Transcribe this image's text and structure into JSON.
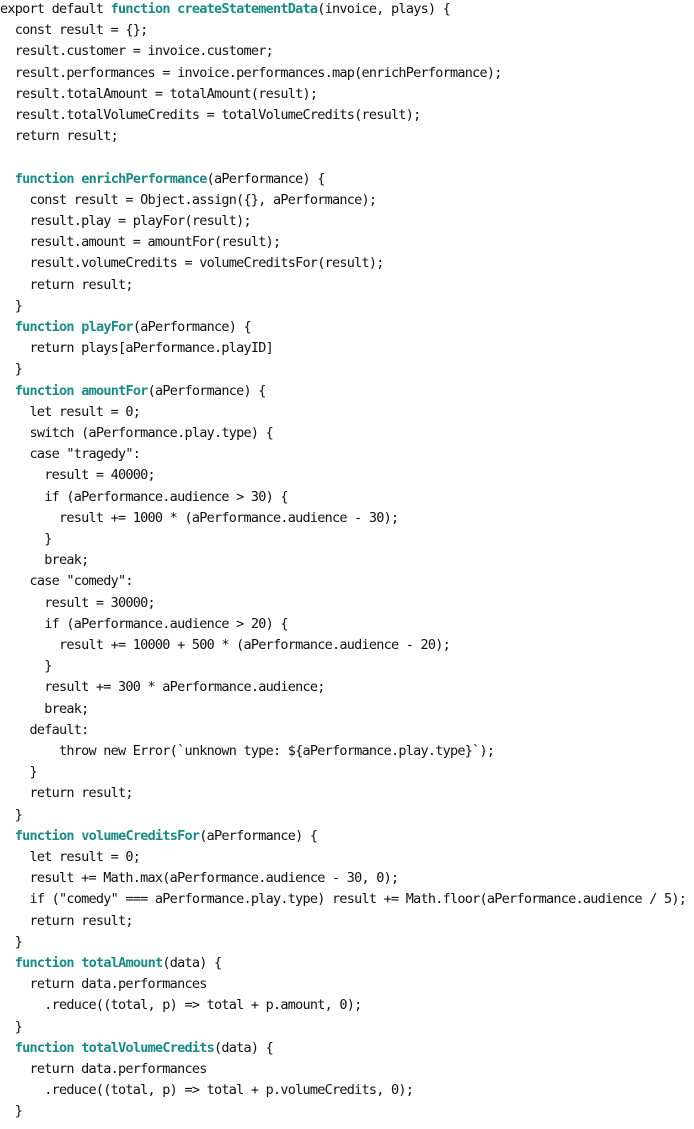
{
  "document": {
    "lines": [
      [
        {
          "t": "export default ",
          "k": "plain"
        },
        {
          "t": "function",
          "k": "kw"
        },
        {
          "t": " ",
          "k": "plain"
        },
        {
          "t": "createStatementData",
          "k": "fn"
        },
        {
          "t": "(invoice, plays) {",
          "k": "plain"
        }
      ],
      [
        {
          "t": "  const result = {};",
          "k": "plain"
        }
      ],
      [
        {
          "t": "  result.customer = invoice.customer;",
          "k": "plain"
        }
      ],
      [
        {
          "t": "  result.performances = invoice.performances.map(enrichPerformance);",
          "k": "plain"
        }
      ],
      [
        {
          "t": "  result.totalAmount = totalAmount(result);",
          "k": "plain"
        }
      ],
      [
        {
          "t": "  result.totalVolumeCredits = totalVolumeCredits(result);",
          "k": "plain"
        }
      ],
      [
        {
          "t": "  return result;",
          "k": "plain"
        }
      ],
      [
        {
          "t": "",
          "k": "plain"
        }
      ],
      [
        {
          "t": "  ",
          "k": "plain"
        },
        {
          "t": "function",
          "k": "kw"
        },
        {
          "t": " ",
          "k": "plain"
        },
        {
          "t": "enrichPerformance",
          "k": "fn"
        },
        {
          "t": "(aPerformance) {",
          "k": "plain"
        }
      ],
      [
        {
          "t": "    const result = Object.assign({}, aPerformance);",
          "k": "plain"
        }
      ],
      [
        {
          "t": "    result.play = playFor(result);",
          "k": "plain"
        }
      ],
      [
        {
          "t": "    result.amount = amountFor(result);",
          "k": "plain"
        }
      ],
      [
        {
          "t": "    result.volumeCredits = volumeCreditsFor(result);",
          "k": "plain"
        }
      ],
      [
        {
          "t": "    return result;",
          "k": "plain"
        }
      ],
      [
        {
          "t": "  }",
          "k": "plain"
        }
      ],
      [
        {
          "t": "  ",
          "k": "plain"
        },
        {
          "t": "function",
          "k": "kw"
        },
        {
          "t": " ",
          "k": "plain"
        },
        {
          "t": "playFor",
          "k": "fn"
        },
        {
          "t": "(aPerformance) {",
          "k": "plain"
        }
      ],
      [
        {
          "t": "    return plays[aPerformance.playID]",
          "k": "plain"
        }
      ],
      [
        {
          "t": "  }",
          "k": "plain"
        }
      ],
      [
        {
          "t": "  ",
          "k": "plain"
        },
        {
          "t": "function",
          "k": "kw"
        },
        {
          "t": " ",
          "k": "plain"
        },
        {
          "t": "amountFor",
          "k": "fn"
        },
        {
          "t": "(aPerformance) {",
          "k": "plain"
        }
      ],
      [
        {
          "t": "    let result = 0;",
          "k": "plain"
        }
      ],
      [
        {
          "t": "    switch (aPerformance.play.type) {",
          "k": "plain"
        }
      ],
      [
        {
          "t": "    case \"tragedy\":",
          "k": "plain"
        }
      ],
      [
        {
          "t": "      result = 40000;",
          "k": "plain"
        }
      ],
      [
        {
          "t": "      if (aPerformance.audience > 30) {",
          "k": "plain"
        }
      ],
      [
        {
          "t": "        result += 1000 * (aPerformance.audience - 30);",
          "k": "plain"
        }
      ],
      [
        {
          "t": "      }",
          "k": "plain"
        }
      ],
      [
        {
          "t": "      break;",
          "k": "plain"
        }
      ],
      [
        {
          "t": "    case \"comedy\":",
          "k": "plain"
        }
      ],
      [
        {
          "t": "      result = 30000;",
          "k": "plain"
        }
      ],
      [
        {
          "t": "      if (aPerformance.audience > 20) {",
          "k": "plain"
        }
      ],
      [
        {
          "t": "        result += 10000 + 500 * (aPerformance.audience - 20);",
          "k": "plain"
        }
      ],
      [
        {
          "t": "      }",
          "k": "plain"
        }
      ],
      [
        {
          "t": "      result += 300 * aPerformance.audience;",
          "k": "plain"
        }
      ],
      [
        {
          "t": "      break;",
          "k": "plain"
        }
      ],
      [
        {
          "t": "    default:",
          "k": "plain"
        }
      ],
      [
        {
          "t": "        throw new Error(`unknown type: ${aPerformance.play.type}`);",
          "k": "plain"
        }
      ],
      [
        {
          "t": "    }",
          "k": "plain"
        }
      ],
      [
        {
          "t": "    return result;",
          "k": "plain"
        }
      ],
      [
        {
          "t": "  }",
          "k": "plain"
        }
      ],
      [
        {
          "t": "  ",
          "k": "plain"
        },
        {
          "t": "function",
          "k": "kw"
        },
        {
          "t": " ",
          "k": "plain"
        },
        {
          "t": "volumeCreditsFor",
          "k": "fn"
        },
        {
          "t": "(aPerformance) {",
          "k": "plain"
        }
      ],
      [
        {
          "t": "    let result = 0;",
          "k": "plain"
        }
      ],
      [
        {
          "t": "    result += Math.max(aPerformance.audience - 30, 0);",
          "k": "plain"
        }
      ],
      [
        {
          "t": "    if (\"comedy\" === aPerformance.play.type) result += Math.floor(aPerformance.audience / 5);",
          "k": "plain"
        }
      ],
      [
        {
          "t": "    return result;",
          "k": "plain"
        }
      ],
      [
        {
          "t": "  }",
          "k": "plain"
        }
      ],
      [
        {
          "t": "  ",
          "k": "plain"
        },
        {
          "t": "function",
          "k": "kw"
        },
        {
          "t": " ",
          "k": "plain"
        },
        {
          "t": "totalAmount",
          "k": "fn"
        },
        {
          "t": "(data) {",
          "k": "plain"
        }
      ],
      [
        {
          "t": "    return data.performances",
          "k": "plain"
        }
      ],
      [
        {
          "t": "      .reduce((total, p) => total + p.amount, 0);",
          "k": "plain"
        }
      ],
      [
        {
          "t": "  }",
          "k": "plain"
        }
      ],
      [
        {
          "t": "  ",
          "k": "plain"
        },
        {
          "t": "function",
          "k": "kw"
        },
        {
          "t": " ",
          "k": "plain"
        },
        {
          "t": "totalVolumeCredits",
          "k": "fn"
        },
        {
          "t": "(data) {",
          "k": "plain"
        }
      ],
      [
        {
          "t": "    return data.performances",
          "k": "plain"
        }
      ],
      [
        {
          "t": "      .reduce((total, p) => total + p.volumeCredits, 0);",
          "k": "plain"
        }
      ],
      [
        {
          "t": "  }",
          "k": "plain"
        }
      ]
    ]
  },
  "colors": {
    "keyword": "#1a8a84",
    "text": "#111111",
    "background": "#ffffff"
  }
}
